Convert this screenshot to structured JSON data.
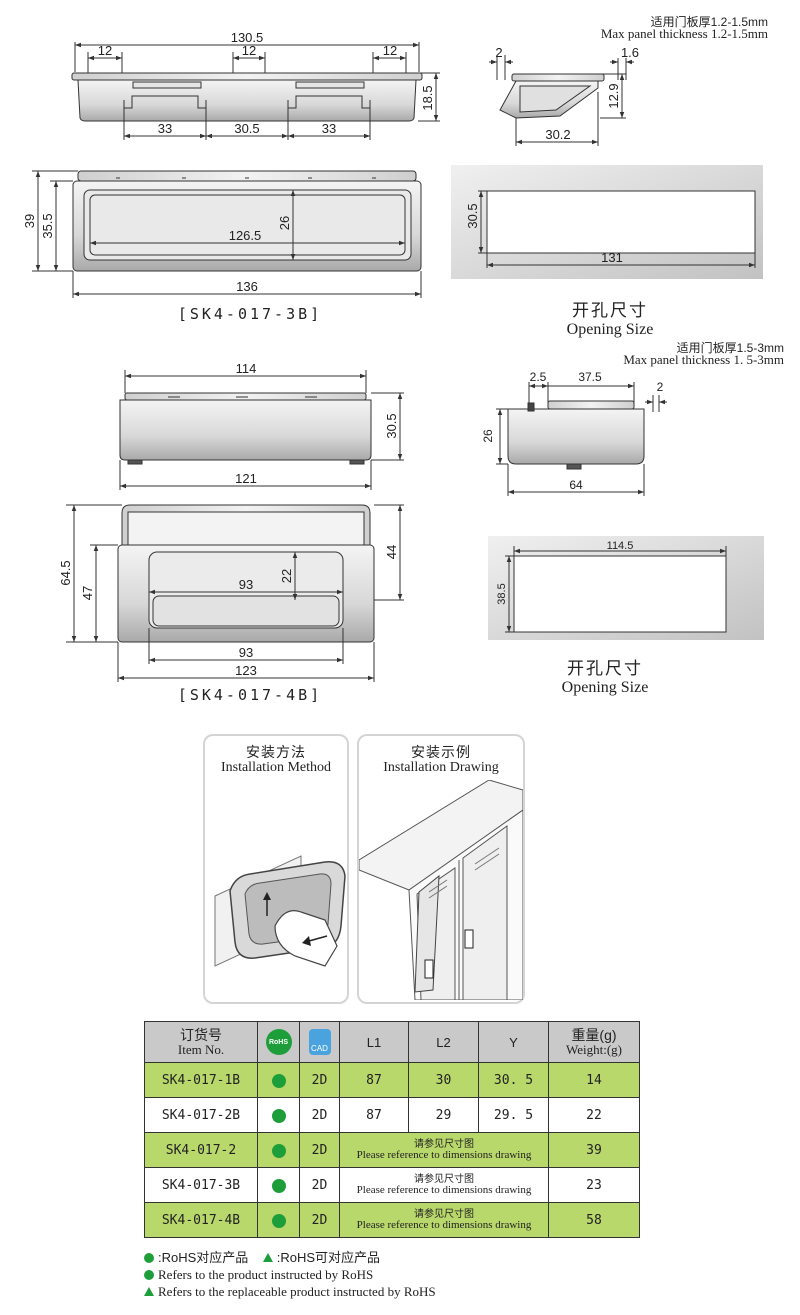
{
  "dims_3b_top": {
    "overall": "130.5",
    "slot_a": "12",
    "slot_b": "12",
    "slot_c": "12",
    "height": "18.5",
    "sp_a": "33",
    "sp_b": "30.5",
    "sp_c": "33"
  },
  "dims_3b_side": {
    "note_cn": "适用门板厚1.2-1.5mm",
    "note_en": "Max panel thickness 1.2-1.5mm",
    "lip": "2",
    "thick": "1.6",
    "height": "12.9",
    "depth": "30.2"
  },
  "dims_3b_front": {
    "h_outer": "39",
    "h_inner": "35.5",
    "depth": "26",
    "inner_w": "126.5",
    "outer_w": "136"
  },
  "opening_3b": {
    "h": "30.5",
    "w": "131"
  },
  "model_3b": "[SK4-017-3B]",
  "opening_caption": {
    "cn": "开孔尺寸",
    "en": "Opening Size"
  },
  "dims_4b_side": {
    "note_cn": "适用门板厚1.5-3mm",
    "note_en": "Max panel thickness  1. 5-3mm",
    "lip": "2.5",
    "top": "37.5",
    "thick": "2",
    "height": "26",
    "depth": "64"
  },
  "dims_4b_top": {
    "top_w": "114",
    "height": "30.5",
    "bottom_w": "121"
  },
  "dims_4b_front": {
    "h_outer": "64.5",
    "h_inner": "47",
    "h_right": "44",
    "depth": "22",
    "inner_w": "93",
    "pocket_w": "93",
    "outer_w": "123"
  },
  "opening_4b": {
    "w": "114.5",
    "h": "38.5"
  },
  "model_4b": "[SK4-017-4B]",
  "install": {
    "method_cn": "安装方法",
    "method_en": "Installation Method",
    "drawing_cn": "安装示例",
    "drawing_en": "Installation Drawing"
  },
  "table": {
    "header": {
      "item_cn": "订货号",
      "item_en": "Item No.",
      "rohs": "RoHS",
      "cad": "CAD",
      "l1": "L1",
      "l2": "L2",
      "y": "Y",
      "weight_cn": "重量(g)",
      "weight_en": "Weight:(g)"
    },
    "rows": [
      {
        "item": "SK4-017-1B",
        "cad": "2D",
        "l1": "87",
        "l2": "30",
        "y": "30. 5",
        "weight": "14"
      },
      {
        "item": "SK4-017-2B",
        "cad": "2D",
        "l1": "87",
        "l2": "29",
        "y": "29. 5",
        "weight": "22"
      },
      {
        "item": "SK4-017-2",
        "cad": "2D",
        "ref_cn": "请参见尺寸图",
        "ref_en": "Please reference to dimensions drawing",
        "weight": "39"
      },
      {
        "item": "SK4-017-3B",
        "cad": "2D",
        "ref_cn": "请参见尺寸图",
        "ref_en": "Please reference to dimensions drawing",
        "weight": "23"
      },
      {
        "item": "SK4-017-4B",
        "cad": "2D",
        "ref_cn": "请参见尺寸图",
        "ref_en": "Please reference to dimensions drawing",
        "weight": "58"
      }
    ]
  },
  "legend": {
    "l1_a": ":RoHS对应产品",
    "l1_b": ":RoHS可对应产品",
    "l2": "Refers to the product instructed by RoHS",
    "l3": "Refers to the replaceable product instructed by RoHS"
  }
}
